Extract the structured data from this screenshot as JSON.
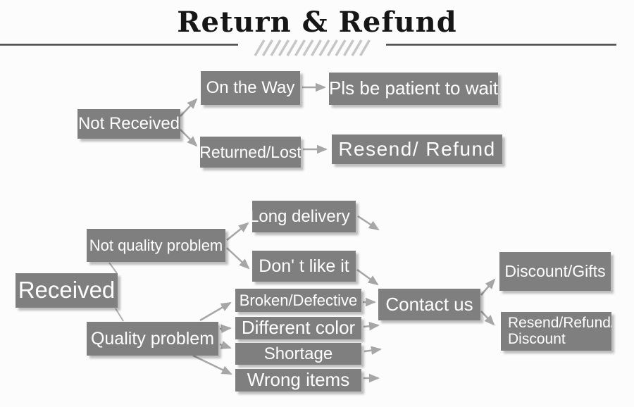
{
  "header": {
    "title": "Return & Refund"
  },
  "nodes": {
    "not_received": "Not Received",
    "on_the_way": "On the Way",
    "returned_lost": "Returned/Lost",
    "pls_be_patient": "Pls be patient to wait",
    "resend_refund": "Resend/ Refund",
    "received": "Received",
    "not_quality_problem": "Not quality problem",
    "long_delivery": "Long delivery",
    "dont_like_it": "Don' t like it",
    "quality_problem": "Quality problem",
    "broken_defective": "Broken/Defective",
    "different_color": "Different color",
    "shortage": "Shortage",
    "wrong_items": "Wrong items",
    "contact_us": "Contact us",
    "discount_gifts": "Discount/Gifts",
    "resend_refund_discount": {
      "line1": "Resend/Refund/",
      "line2": "Discount"
    }
  },
  "edges": [
    [
      "Not Received",
      "On the Way"
    ],
    [
      "Not Received",
      "Returned/Lost"
    ],
    [
      "On the Way",
      "Pls be patient to wait"
    ],
    [
      "Returned/Lost",
      "Resend/ Refund"
    ],
    [
      "Received",
      "Not quality problem"
    ],
    [
      "Received",
      "Quality problem"
    ],
    [
      "Not quality problem",
      "Long delivery"
    ],
    [
      "Not quality problem",
      "Don' t like it"
    ],
    [
      "Don' t like it",
      "Contact us"
    ],
    [
      "Quality problem",
      "Broken/Defective"
    ],
    [
      "Quality problem",
      "Different color"
    ],
    [
      "Quality problem",
      "Shortage"
    ],
    [
      "Quality problem",
      "Wrong items"
    ],
    [
      "Broken/Defective",
      "Contact us"
    ],
    [
      "Different color",
      "Contact us"
    ],
    [
      "Shortage",
      "Contact us"
    ],
    [
      "Wrong items",
      "Contact us"
    ],
    [
      "Contact us",
      "Discount/Gifts"
    ],
    [
      "Contact us",
      "Resend/Refund/Discount"
    ]
  ],
  "colors": {
    "node_fill": "#7f7f7f",
    "node_text": "#ffffff",
    "arrow": "#a6a6a6",
    "divider": "#474747",
    "hatch": "#c6c6c6",
    "title_text": "#161616"
  }
}
